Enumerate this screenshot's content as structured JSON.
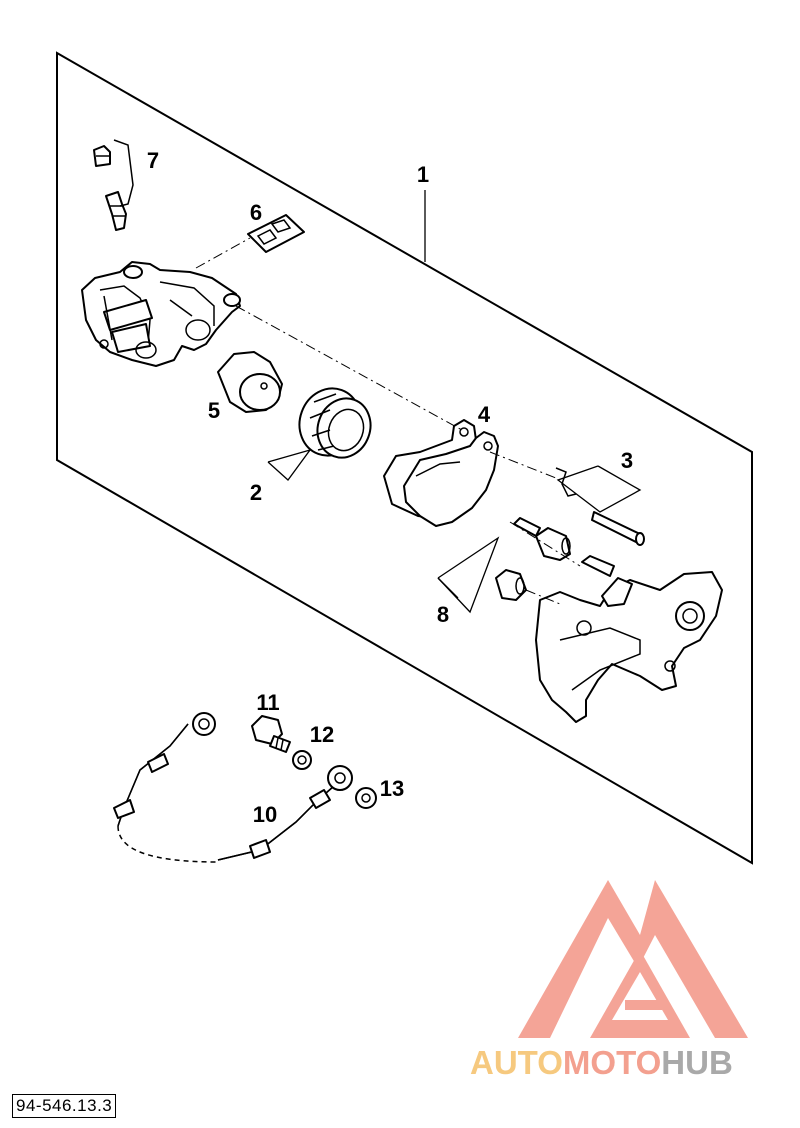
{
  "callouts": {
    "c1": "1",
    "c2": "2",
    "c3": "3",
    "c4": "4",
    "c5": "5",
    "c6": "6",
    "c7": "7",
    "c8": "8",
    "c10": "10",
    "c11": "11",
    "c12": "12",
    "c13": "13"
  },
  "document_number": "94-546.13.3",
  "watermark": {
    "word_auto": "AUTO",
    "word_moto": "MOTO",
    "word_hub": "HUB",
    "colors": {
      "auto": "#f6c97f",
      "moto": "#f3a08f",
      "hub": "#a9a9a9",
      "logo": "#f39585"
    }
  }
}
